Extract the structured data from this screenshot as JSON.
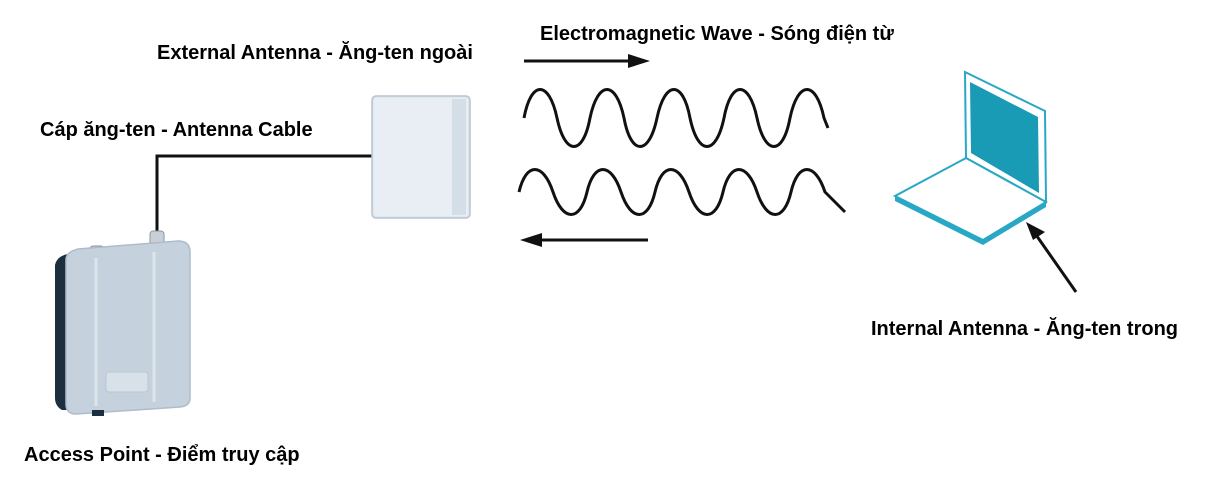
{
  "labels": {
    "external_antenna": "External Antenna - Ăng-ten ngoài",
    "antenna_cable": "Cáp ăng-ten - Antenna Cable",
    "em_wave": "Electromagnetic Wave - Sóng điện từ",
    "internal_antenna": "Internal Antenna - Ăng-ten trong",
    "access_point": "Access Point - Điểm truy cập"
  },
  "colors": {
    "laptop_screen": "#1a9bb5",
    "laptop_outline": "#29a8c6",
    "device_body": "#c5d1dc",
    "device_back": "#1c2f3f",
    "antenna_panel": "#dfe8ef"
  }
}
